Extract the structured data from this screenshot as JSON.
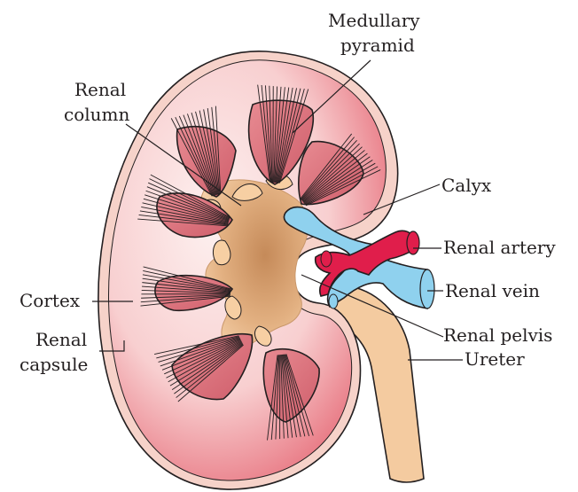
{
  "labels": {
    "medullary_pyramid_line1": "Medullary",
    "medullary_pyramid_line2": "pyramid",
    "renal_column_line1": "Renal",
    "renal_column_line2": "column",
    "calyx": "Calyx",
    "renal_artery": "Renal artery",
    "cortex": "Cortex",
    "renal_vein": "Renal vein",
    "renal_capsule_line1": "Renal",
    "renal_capsule_line2": "capsule",
    "renal_pelvis": "Renal pelvis",
    "ureter": "Ureter"
  },
  "colors": {
    "capsule_fill": "#f7d6cf",
    "cortex_light": "#fbe6e4",
    "cortex_dark": "#e8707c",
    "pyramid": "#d9737d",
    "pyramid_light": "#f4c3c3",
    "pelvis": "#dfa777",
    "calyx": "#f5cb9f",
    "artery": "#e01e4b",
    "vein": "#8fd1ee",
    "ureter": "#f4cba0"
  }
}
